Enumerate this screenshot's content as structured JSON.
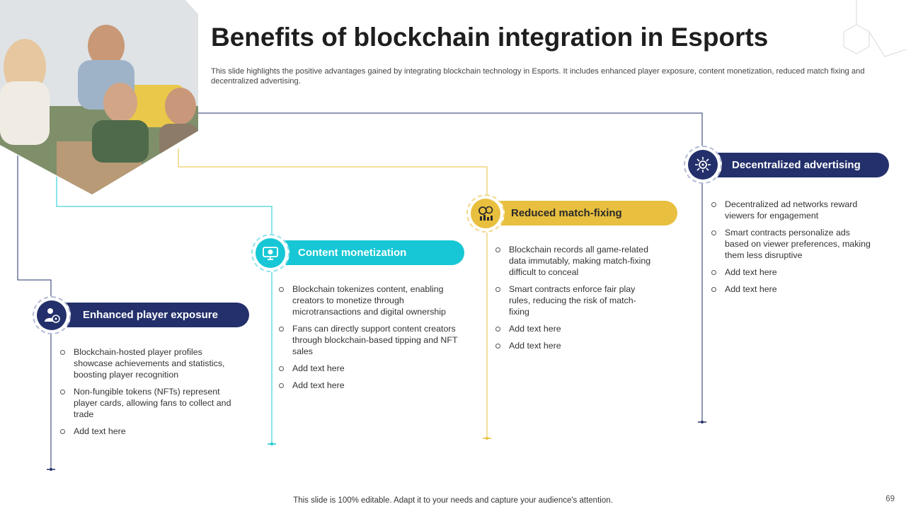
{
  "slide": {
    "title": "Benefits of blockchain integration in Esports",
    "subtitle": "This slide highlights the positive advantages gained by integrating blockchain technology in Esports. It includes enhanced player exposure, content monetization, reduced match fixing and decentralized advertising.",
    "footer": "This slide is 100% editable. Adapt it to your needs and capture your audience's attention.",
    "page_number": "69"
  },
  "colors": {
    "navy": "#23306b",
    "cyan": "#17c7d5",
    "yellow": "#e8bf3e"
  },
  "benefits": [
    {
      "label": "Enhanced player exposure",
      "icon": "player-exposure-icon",
      "color": "#23306b",
      "bullets": [
        "Blockchain-hosted player profiles showcase achievements and statistics, boosting player recognition",
        "Non-fungible  tokens (NFTs) represent player cards, allowing fans to collect and trade",
        "Add text here"
      ]
    },
    {
      "label": "Content monetization",
      "icon": "content-monetization-icon",
      "color": "#17c7d5",
      "bullets": [
        "Blockchain tokenizes content, enabling creators to monetize through microtransactions and digital ownership",
        "Fans can directly support content creators through blockchain-based tipping and NFT sales",
        "Add text here",
        "Add text here"
      ]
    },
    {
      "label": "Reduced match-fixing",
      "icon": "match-fixing-icon",
      "color": "#e8bf3e",
      "bullets": [
        "Blockchain records all game-related data immutably, making match-fixing difficult to conceal",
        "Smart contracts enforce fair play rules, reducing the risk of match-fixing",
        "Add text here",
        "Add text here"
      ]
    },
    {
      "label": "Decentralized advertising",
      "icon": "advertising-icon",
      "color": "#23306b",
      "bullets": [
        "Decentralized ad networks reward viewers  for engagement",
        "Smart contracts personalize ads based on viewer  preferences, making them less disruptive",
        "Add text here",
        "Add text here"
      ]
    }
  ]
}
